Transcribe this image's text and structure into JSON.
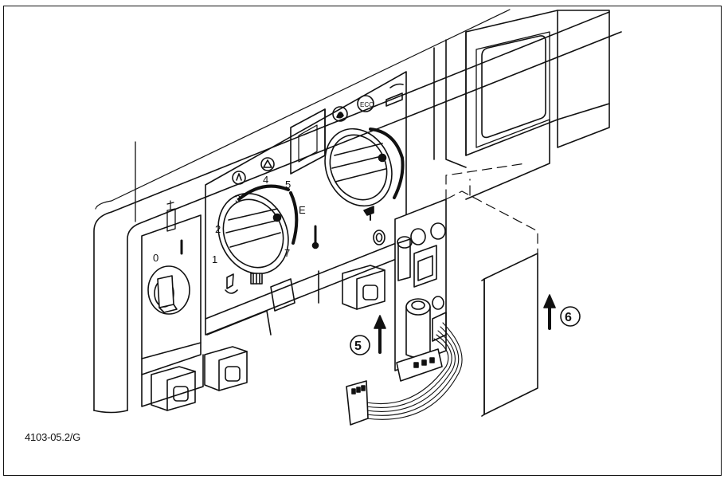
{
  "figure_id": "4103-05.2/G",
  "switch": {
    "off": "0",
    "on": "I"
  },
  "heating_dial": {
    "scale": [
      "1",
      "2",
      "3",
      "4",
      "5",
      "E",
      "7"
    ]
  },
  "water_dial_badge": "ECO",
  "callouts": {
    "step5": "5",
    "step6": "6"
  }
}
